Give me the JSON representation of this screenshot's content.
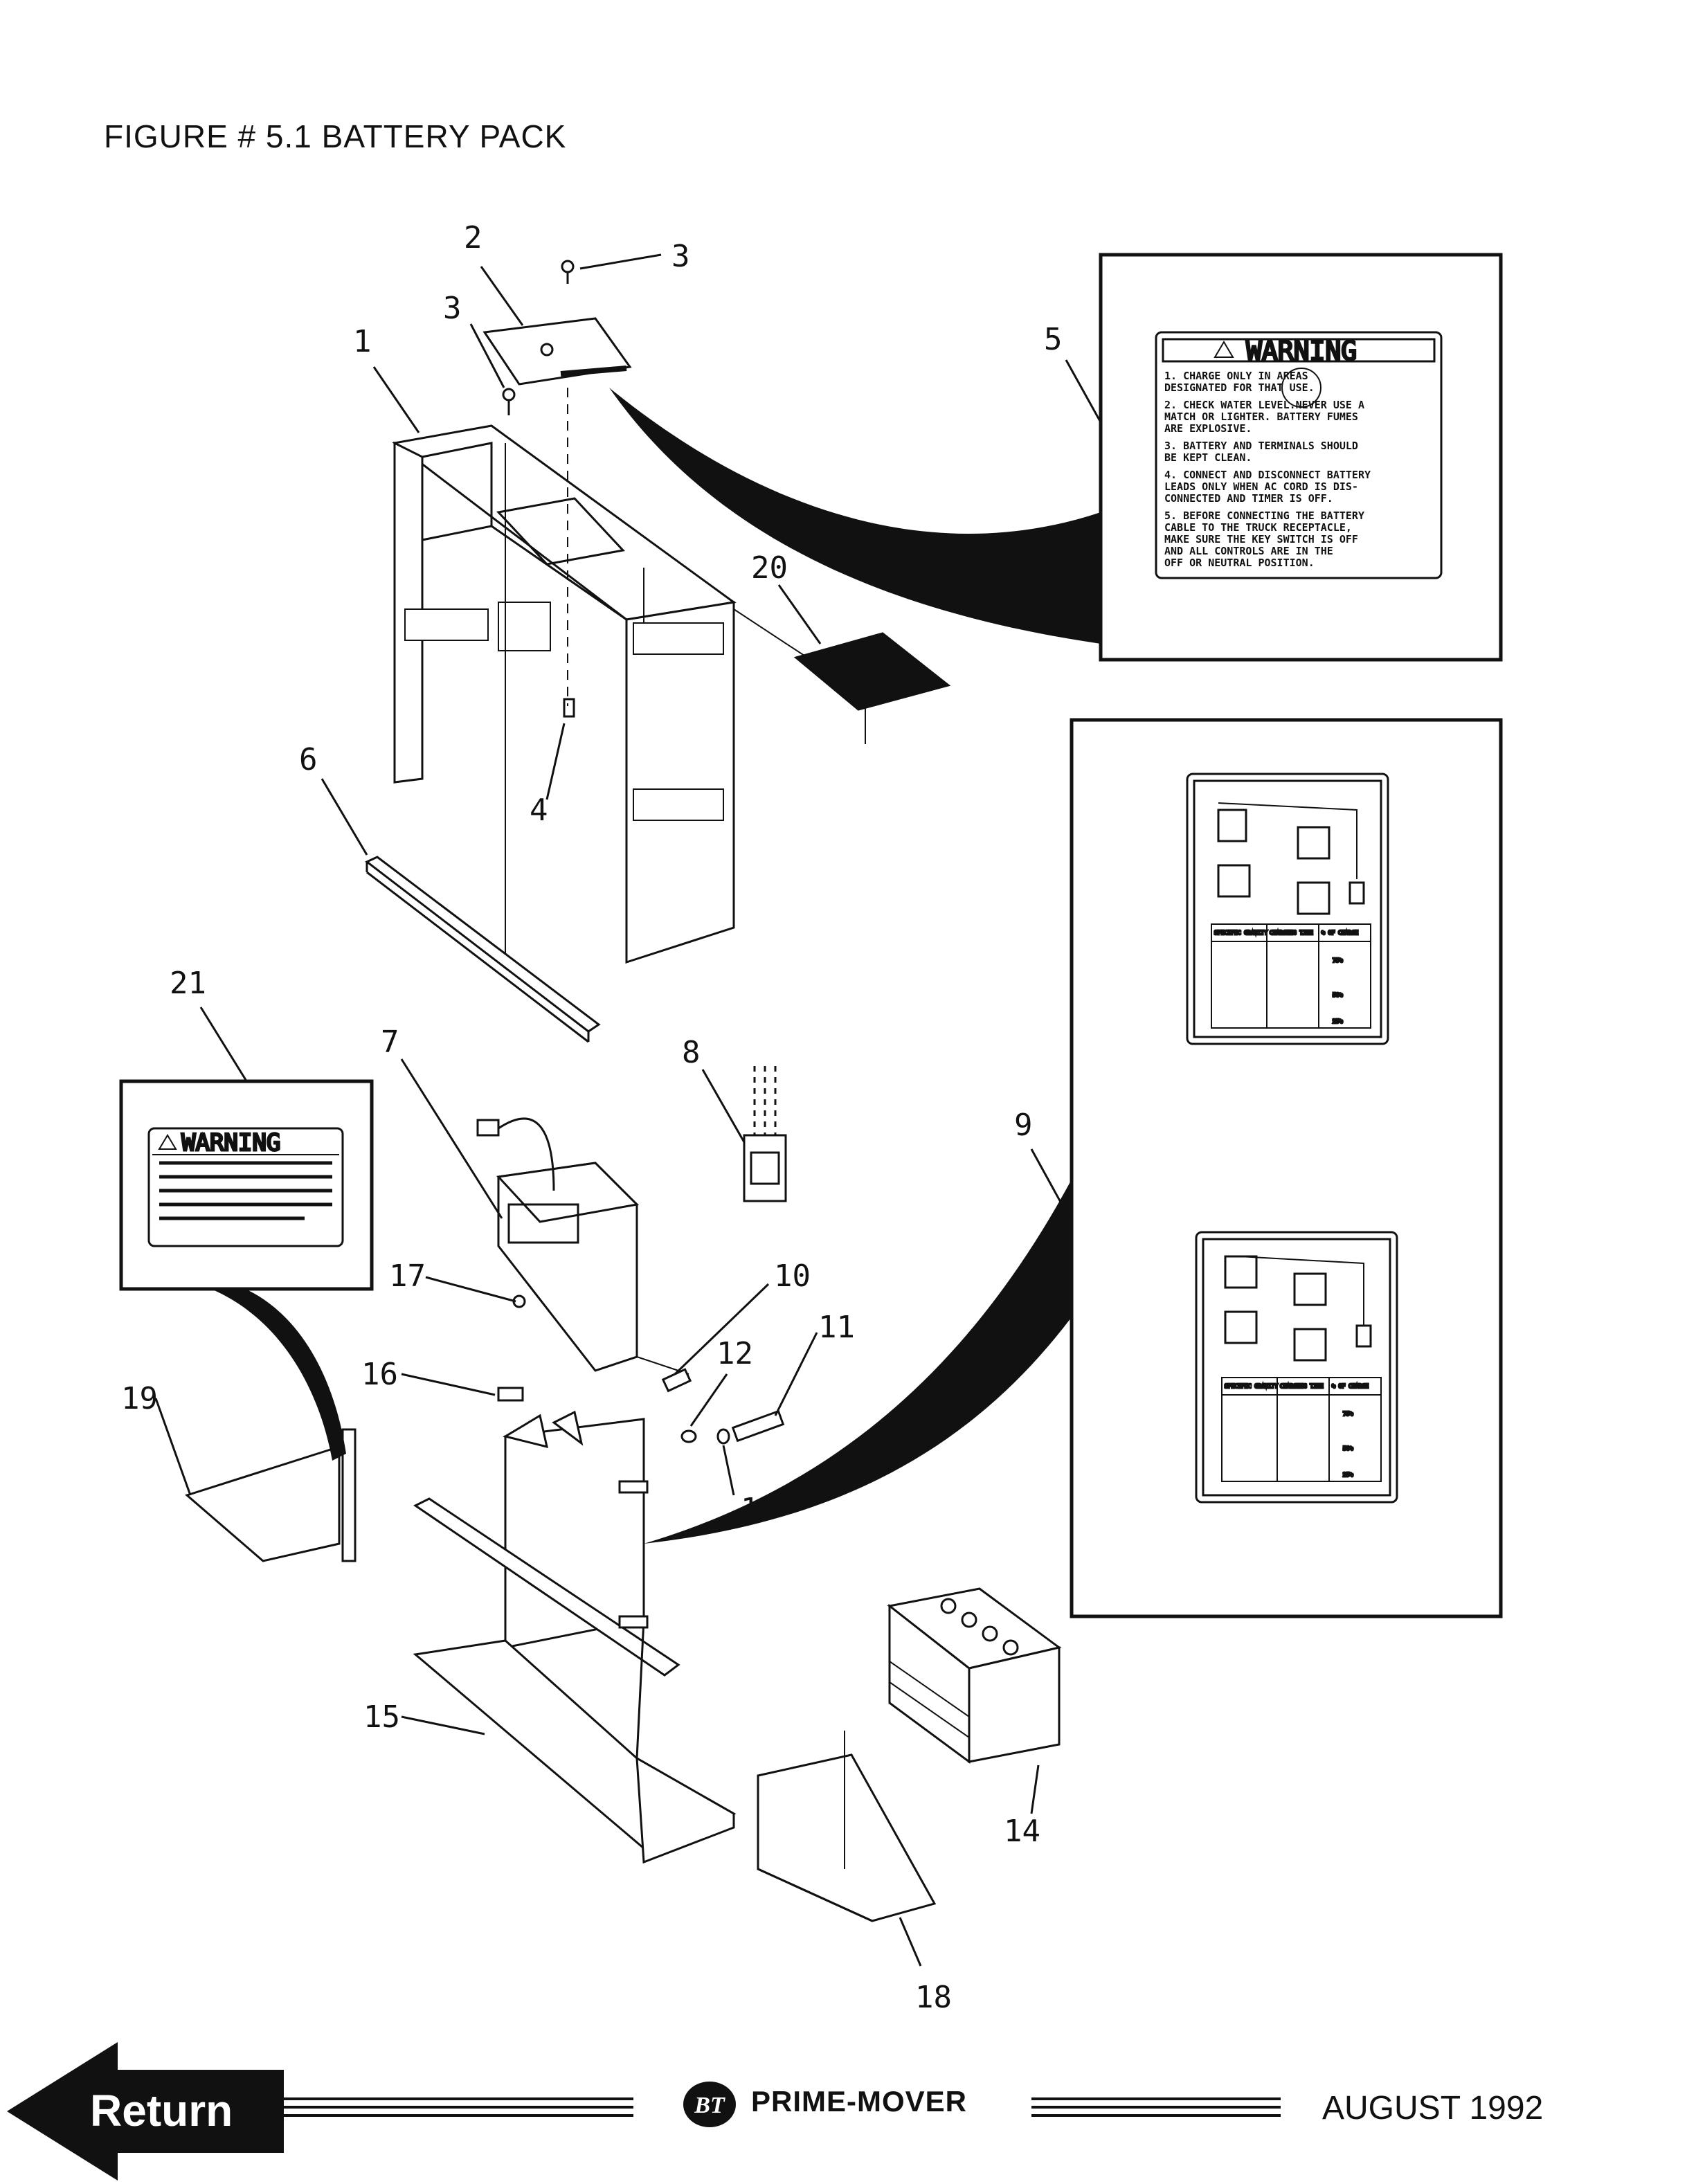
{
  "figure_title": "FIGURE # 5.1  BATTERY PACK",
  "callouts": [
    "1",
    "2",
    "3",
    "3",
    "4",
    "5",
    "6",
    "7",
    "8",
    "9",
    "10",
    "11",
    "12",
    "13",
    "14",
    "15",
    "16",
    "17",
    "18",
    "19",
    "20",
    "21"
  ],
  "warning_decal_5": {
    "title": "WARNING",
    "lines": [
      "1. CHARGE ONLY          IN AREAS",
      "DESIGNATED FOR          THAT USE.",
      "2. CHECK WATER LEVEL.NEVER USE A",
      "MATCH OR LIGHTER. BATTERY FUMES",
      "ARE EXPLOSIVE.",
      "3. BATTERY AND TERMINALS SHOULD",
      "BE KEPT CLEAN.",
      "4. CONNECT AND DISCONNECT BATTERY",
      "LEADS ONLY WHEN AC CORD IS DIS-",
      "CONNECTED AND TIMER IS OFF.",
      "5. BEFORE CONNECTING THE BATTERY",
      "CABLE TO THE TRUCK RECEPTACLE,",
      "MAKE SURE THE KEY SWITCH IS OFF",
      "AND ALL CONTROLS ARE IN THE",
      "OFF OR NEUTRAL POSITION."
    ]
  },
  "warning_decal_21": {
    "title": "WARNING"
  },
  "charge_table": {
    "headers": [
      "SPECIFIC GRAVITY",
      "CHARGING TIME",
      "% OF CHARGE"
    ],
    "percent_labels": [
      "75%",
      "50%",
      "25%"
    ]
  },
  "footer": {
    "return_label": "Return",
    "logo_text": "BT",
    "brand": "PRIME-MOVER",
    "date": "AUGUST 1992"
  }
}
